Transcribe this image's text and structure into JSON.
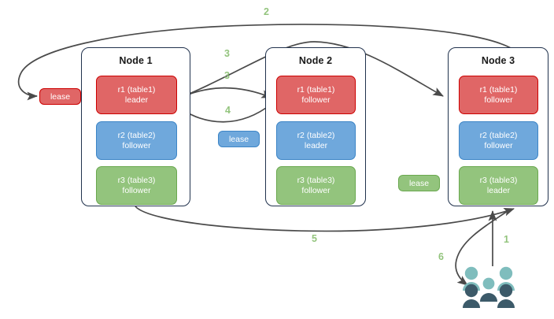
{
  "diagram": {
    "title": "Raft multi-raft group leases and request flow",
    "accent_green": "#93c47d",
    "edge_color": "#4a4a4a",
    "node_border_color": "#21324d"
  },
  "nodes": [
    {
      "id": "node1",
      "title": "Node 1",
      "replicas": [
        {
          "name": "r1 (table1)",
          "role": "leader",
          "color": "red"
        },
        {
          "name": "r2 (table2)",
          "role": "follower",
          "color": "blue"
        },
        {
          "name": "r3 (table3)",
          "role": "follower",
          "color": "green"
        }
      ]
    },
    {
      "id": "node2",
      "title": "Node 2",
      "replicas": [
        {
          "name": "r1 (table1)",
          "role": "follower",
          "color": "red"
        },
        {
          "name": "r2 (table2)",
          "role": "leader",
          "color": "blue"
        },
        {
          "name": "r3 (table3)",
          "role": "follower",
          "color": "green"
        }
      ]
    },
    {
      "id": "node3",
      "title": "Node 3",
      "replicas": [
        {
          "name": "r1 (table1)",
          "role": "follower",
          "color": "red"
        },
        {
          "name": "r2 (table2)",
          "role": "follower",
          "color": "blue"
        },
        {
          "name": "r3 (table3)",
          "role": "leader",
          "color": "green"
        }
      ]
    }
  ],
  "leases": [
    {
      "id": "lease-r1",
      "label": "lease",
      "color": "red"
    },
    {
      "id": "lease-r2",
      "label": "lease",
      "color": "blue"
    },
    {
      "id": "lease-r3",
      "label": "lease",
      "color": "green"
    }
  ],
  "steps": [
    {
      "id": "step-1",
      "label": "1"
    },
    {
      "id": "step-2",
      "label": "2"
    },
    {
      "id": "step-3a",
      "label": "3"
    },
    {
      "id": "step-3b",
      "label": "3"
    },
    {
      "id": "step-4",
      "label": "4"
    },
    {
      "id": "step-5",
      "label": "5"
    },
    {
      "id": "step-6",
      "label": "6"
    }
  ],
  "actors": {
    "users_icon": "users-group-icon",
    "light_color": "#7fbdbd",
    "dark_color": "#3c5a69"
  }
}
